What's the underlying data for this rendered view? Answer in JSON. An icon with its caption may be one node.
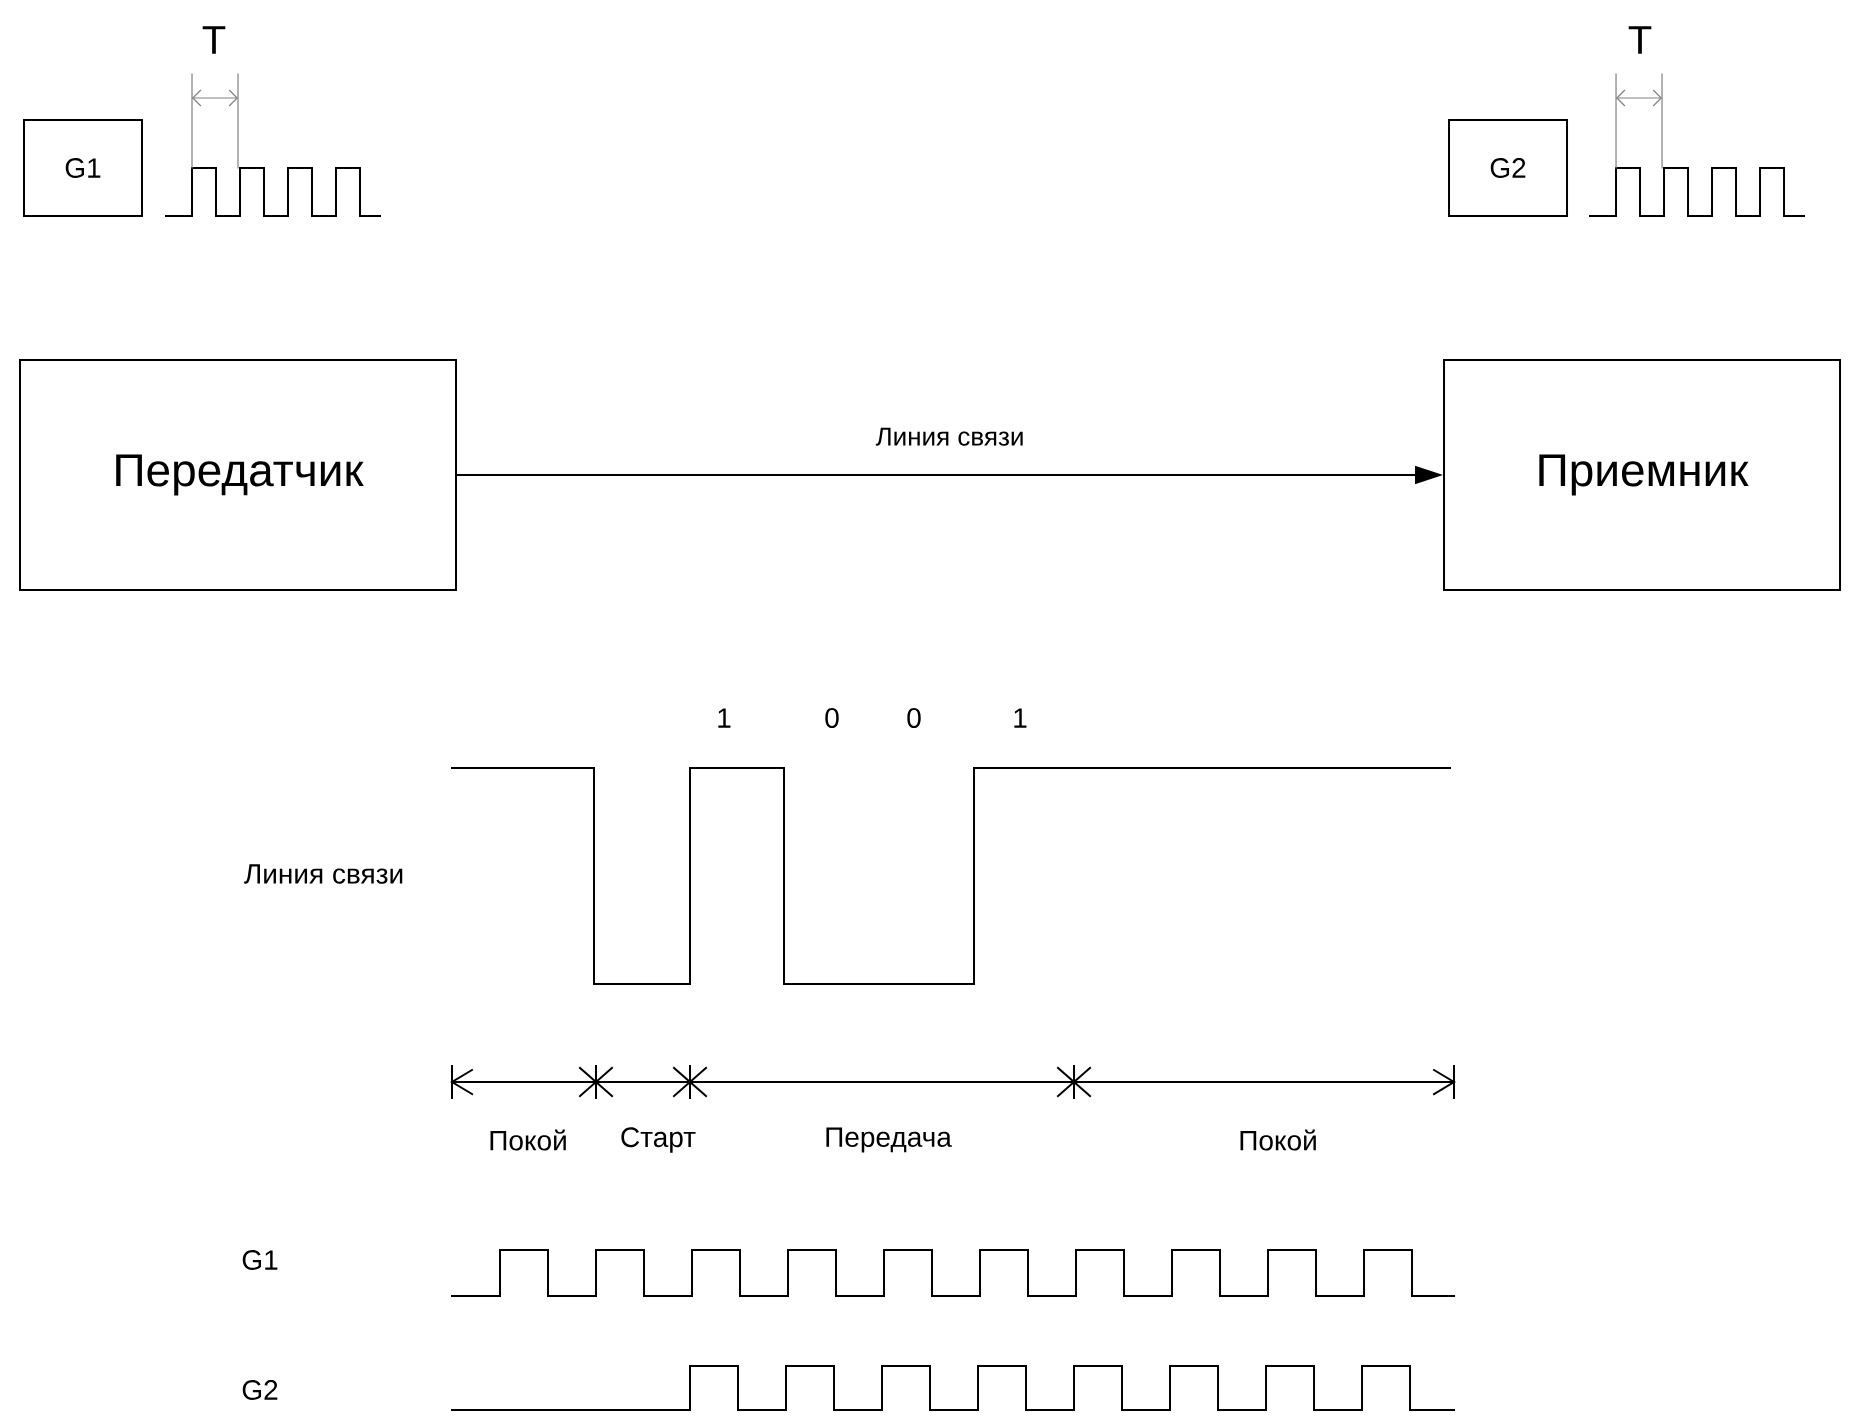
{
  "diagram": {
    "nodes": [
      {
        "text": [
          "G1"
        ]
      },
      {
        "text": [
          "G2"
        ]
      },
      {
        "text": [
          "Передатчик"
        ]
      },
      {
        "text": [
          "Приемник"
        ]
      }
    ],
    "edges": [
      {
        "from": 2,
        "to": 3,
        "arrow": "to",
        "label": "Линия связи"
      }
    ],
    "labels": [
      "T",
      "T",
      "1",
      "0",
      "0",
      "1",
      "Линия связи",
      "Покой",
      "Старт",
      "Передача",
      "Покой",
      "G1",
      "G2"
    ]
  }
}
